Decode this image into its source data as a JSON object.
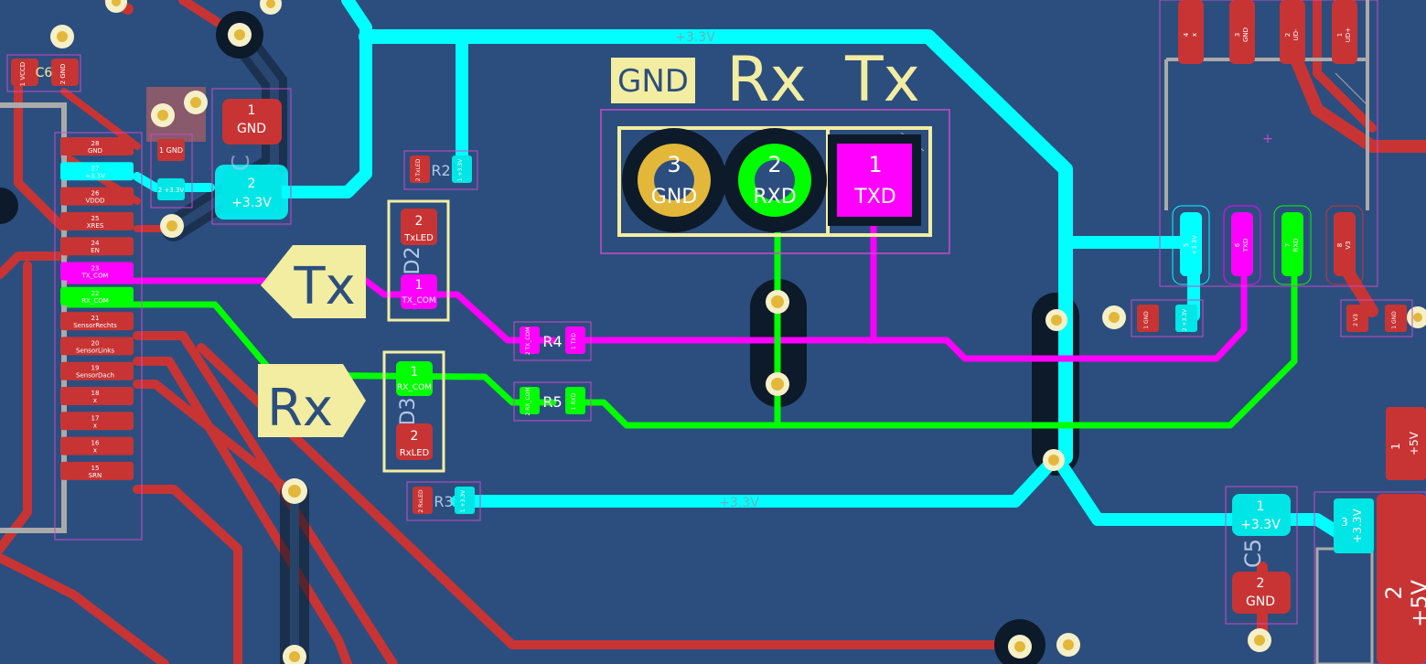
{
  "colors": {
    "board_bg": "#2c4e7e",
    "copper_red": "#c83434",
    "net_3v3": "#00ffff",
    "net_rxd": "#00ff00",
    "net_txd": "#ff00ff",
    "silk": "#f2eda1",
    "via_ring": "#e3b83a",
    "keepout": "#0d1a2a",
    "courtyard": "#c84bc8"
  },
  "silkscreen": {
    "gnd_label": "GND",
    "rx_label": "Rx",
    "tx_label": "Tx",
    "tx_arrow": "Tx",
    "rx_arrow": "Rx"
  },
  "net_labels": {
    "top": "+3.3V",
    "bottom": "+3.3V"
  },
  "header_pins": [
    {
      "num": "3",
      "net": "GND"
    },
    {
      "num": "2",
      "net": "RXD"
    },
    {
      "num": "1",
      "net": "TXD"
    }
  ],
  "cap_c_left": {
    "ref": "C",
    "pad1_num": "1",
    "pad1_net": "GND",
    "pad2_num": "2",
    "pad2_net": "+3.3V"
  },
  "cap_c5": {
    "ref": "C5",
    "pad1_num": "1",
    "pad1_net": "+3.3V",
    "pad2_num": "2",
    "pad2_net": "GND"
  },
  "led_d2": {
    "ref": "D2",
    "pad_top_num": "2",
    "pad_top_net": "TxLED",
    "pad_bot_num": "1",
    "pad_bot_net": "TX_COM"
  },
  "led_d3": {
    "ref": "D3",
    "pad_top_num": "1",
    "pad_top_net": "RX_COM",
    "pad_bot_num": "2",
    "pad_bot_net": "RxLED"
  },
  "resistors": {
    "r2": {
      "ref": "R2",
      "a": "2 TxLED",
      "b": "1 +3.3V"
    },
    "r3": {
      "ref": "R3",
      "a": "2 RxLED",
      "b": "1 +3.3V"
    },
    "r4": {
      "ref": "R4",
      "a": "2 TX_COM",
      "b": "1 TXD"
    },
    "r5": {
      "ref": "R5",
      "a": "2 RX_COM",
      "b": "1 RXD"
    }
  },
  "cap_c6": {
    "ref": "C6",
    "a": "1 VCCD",
    "b": "2 GND"
  },
  "left_connector_pins": [
    {
      "num": "28",
      "net": "GND"
    },
    {
      "num": "27",
      "net": "+3.3V"
    },
    {
      "num": "26",
      "net": "VDDD"
    },
    {
      "num": "25",
      "net": "XRES"
    },
    {
      "num": "24",
      "net": "EN"
    },
    {
      "num": "23",
      "net": "TX_COM"
    },
    {
      "num": "22",
      "net": "RX_COM"
    },
    {
      "num": "21",
      "net": "SensorRechts"
    },
    {
      "num": "20",
      "net": "SensorLinks"
    },
    {
      "num": "19",
      "net": "SensorDach"
    },
    {
      "num": "18",
      "net": "x"
    },
    {
      "num": "17",
      "net": "x"
    },
    {
      "num": "16",
      "net": "x"
    },
    {
      "num": "15",
      "net": "SRN"
    }
  ],
  "right_ic_top_pins": [
    {
      "num": "4",
      "net": "x"
    },
    {
      "num": "3",
      "net": "GND"
    },
    {
      "num": "2",
      "net": "UD-"
    },
    {
      "num": "1",
      "net": "UD+"
    }
  ],
  "right_ic_bottom_pins": [
    {
      "num": "5",
      "net": "+3.3V"
    },
    {
      "num": "6",
      "net": "TXD"
    },
    {
      "num": "7",
      "net": "RXD"
    },
    {
      "num": "8",
      "net": "V3"
    }
  ],
  "small_parts": {
    "c_left": {
      "a": "1 GND",
      "b": "2 +3.3V"
    },
    "c_right": {
      "a": "2 V3",
      "b": "1 GND"
    },
    "c_mid": {
      "a": "1 GND",
      "b": "2 +3.3V"
    }
  },
  "regulator": {
    "pin3_num": "3",
    "pin3_net": "+3.3V",
    "pin1_num": "1",
    "pin1_net": "+5V",
    "pin2_num": "2",
    "pin2_net": "+5V"
  }
}
